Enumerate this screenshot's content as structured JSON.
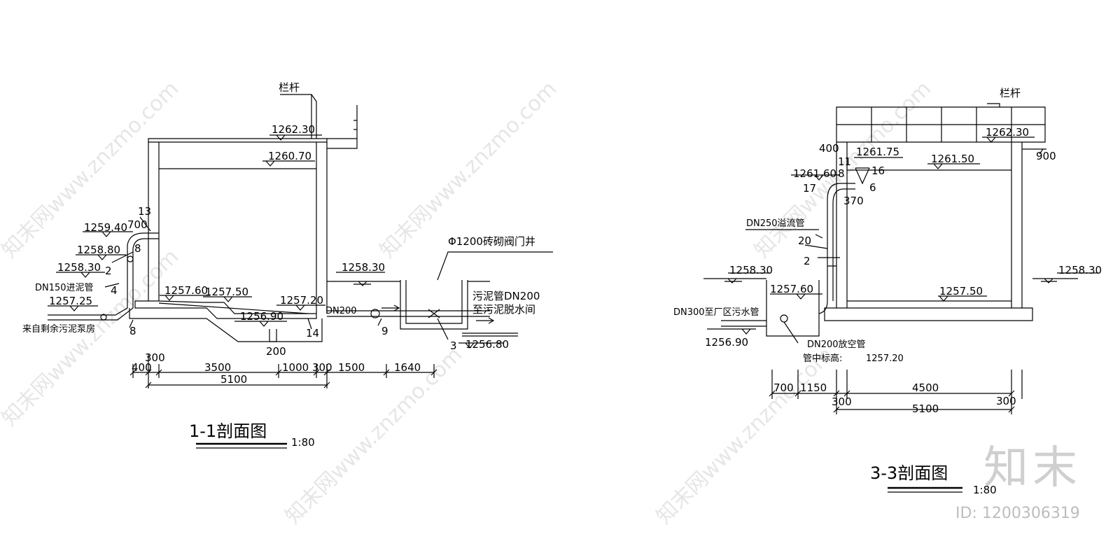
{
  "section_1": {
    "title": "1-1剖面图",
    "scale": "1:80",
    "elevations": {
      "top_railing": "1262.30",
      "water_level": "1260.70",
      "inlet_upper": "1259.40",
      "inlet_mid": "1258.80",
      "inlet_lower": "1258.30",
      "inlet_bottom": "1257.25",
      "floor_left": "1257.60",
      "floor_mid": "1257.50",
      "floor_right": "1257.20",
      "sump": "1256.90",
      "ground": "1258.30",
      "outlet": "1256.80"
    },
    "labels": {
      "railing": "栏杆",
      "inlet_pipe": "DN150进泥管",
      "source": "来自剩余污泥泵房",
      "valve_well": "Φ1200砖砌阀门井",
      "sludge_pipe": "污泥管DN200",
      "destination": "至污泥脱水间",
      "dn200": "DN200"
    },
    "callouts": [
      "13",
      "700",
      "8",
      "2",
      "4",
      "8",
      "14",
      "9",
      "3"
    ],
    "dims": {
      "d300": "300",
      "d400": "400",
      "d3500": "3500",
      "d1000": "1000",
      "d300b": "300",
      "d1500": "1500",
      "d1640": "1640",
      "d200": "200",
      "d5100": "5100"
    }
  },
  "section_3": {
    "title": "3-3剖面图",
    "scale": "1:80",
    "elevations": {
      "top": "1262.30",
      "overflow_top": "1261.75",
      "water_level": "1261.50",
      "overflow_left": "1261.60",
      "ground_left": "1258.30",
      "ground_right": "1258.30",
      "well": "1257.60",
      "floor": "1257.50",
      "outlet": "1256.90",
      "center": "1257.20"
    },
    "labels": {
      "railing": "栏杆",
      "overflow": "DN250溢流管",
      "sewer": "DN300至厂区污水管",
      "drain": "DN200放空管",
      "center_label": "管中标高:"
    },
    "callouts": [
      "400",
      "11",
      "8",
      "16",
      "17",
      "6",
      "370",
      "900",
      "20",
      "2"
    ],
    "dims": {
      "d700": "700",
      "d1150": "1150",
      "d300a": "300",
      "d4500": "4500",
      "d300b": "300",
      "d5100": "5100"
    }
  },
  "watermark": {
    "text": "知末网www.znzmo.com",
    "logo": "知末",
    "id": "ID: 1200306319"
  }
}
